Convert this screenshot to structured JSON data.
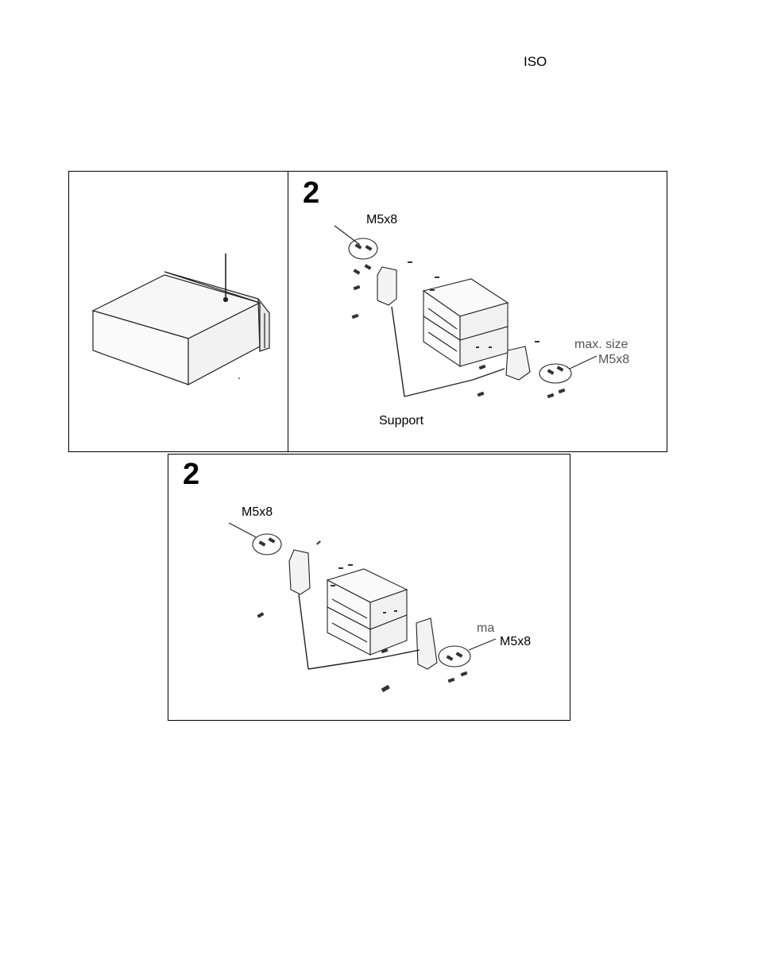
{
  "header": {
    "iso_label": "ISO"
  },
  "panel_top_left": {},
  "panel_top_right": {
    "step_number": "2",
    "screw_label_top": "M5x8",
    "max_size_label": "max. size",
    "screw_label_right": "M5x8",
    "support_label": "Support"
  },
  "panel_bottom": {
    "step_number": "2",
    "screw_label_top": "M5x8",
    "max_label_partial": "ma",
    "screw_label_right": "M5x8"
  }
}
